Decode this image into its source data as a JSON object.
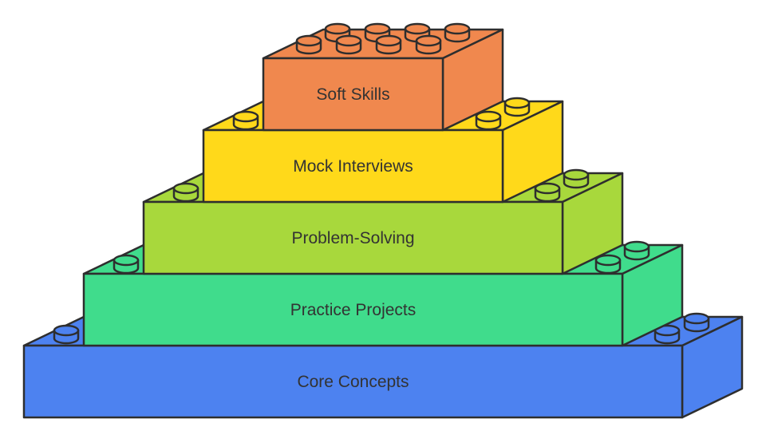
{
  "diagram": {
    "type": "stacked-brick-pyramid",
    "layers": [
      {
        "label": "Soft Skills",
        "color": "#f0884e"
      },
      {
        "label": "Mock Interviews",
        "color": "#ffd91a"
      },
      {
        "label": "Problem-Solving",
        "color": "#a8d83c"
      },
      {
        "label": "Practice Projects",
        "color": "#40dc8c"
      },
      {
        "label": "Core Concepts",
        "color": "#4d82f0"
      }
    ],
    "stroke": "#2e2e2e"
  }
}
